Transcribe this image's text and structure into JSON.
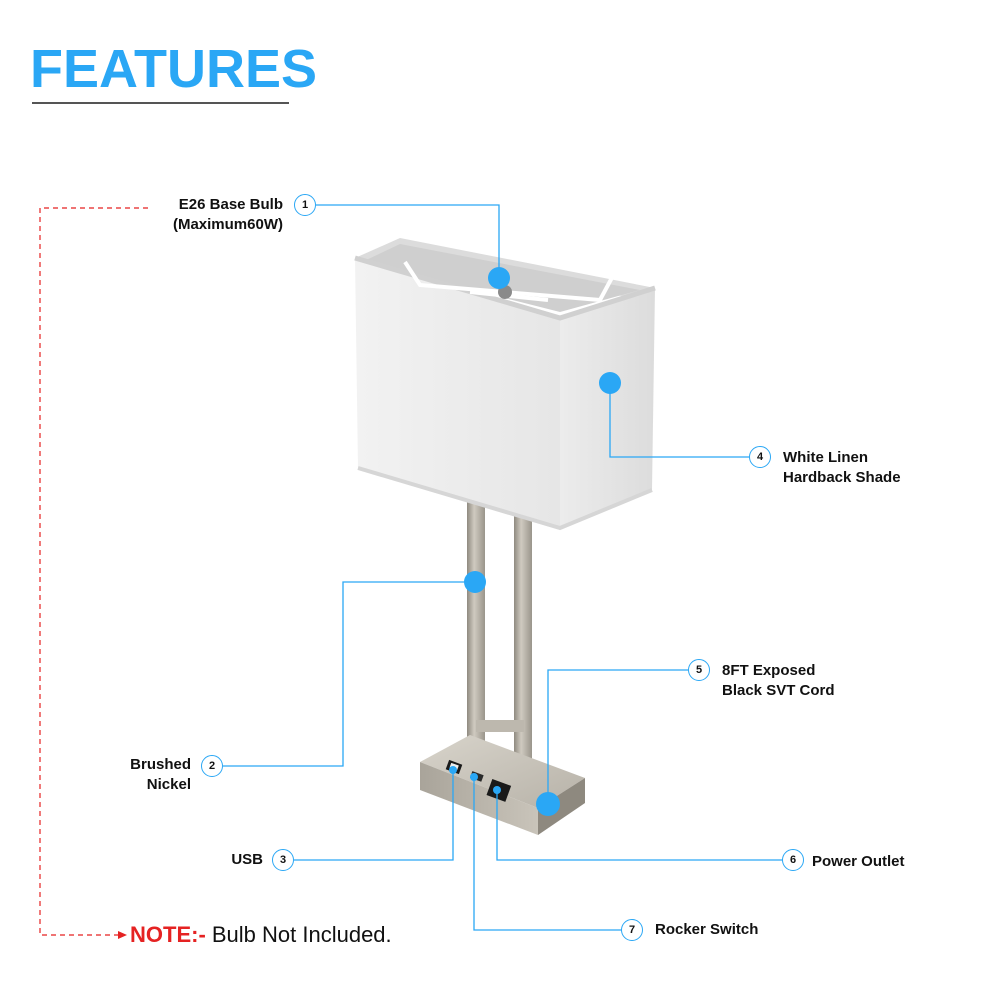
{
  "header": {
    "title": "FEATURES"
  },
  "colors": {
    "accent": "#2aa7f5",
    "note_red": "#e52222",
    "text": "#111111"
  },
  "callouts": [
    {
      "number": "1",
      "line1": "E26 Base Bulb",
      "line2": "(Maximum60W)"
    },
    {
      "number": "2",
      "line1": "Brushed",
      "line2": "Nickel"
    },
    {
      "number": "3",
      "line1": "USB",
      "line2": ""
    },
    {
      "number": "4",
      "line1": "White Linen",
      "line2": "Hardback Shade"
    },
    {
      "number": "5",
      "line1": "8FT Exposed",
      "line2": "Black SVT Cord"
    },
    {
      "number": "6",
      "line1": "Power Outlet",
      "line2": ""
    },
    {
      "number": "7",
      "line1": "Rocker Switch",
      "line2": ""
    }
  ],
  "note": {
    "key": "NOTE:-",
    "text": " Bulb Not Included."
  }
}
